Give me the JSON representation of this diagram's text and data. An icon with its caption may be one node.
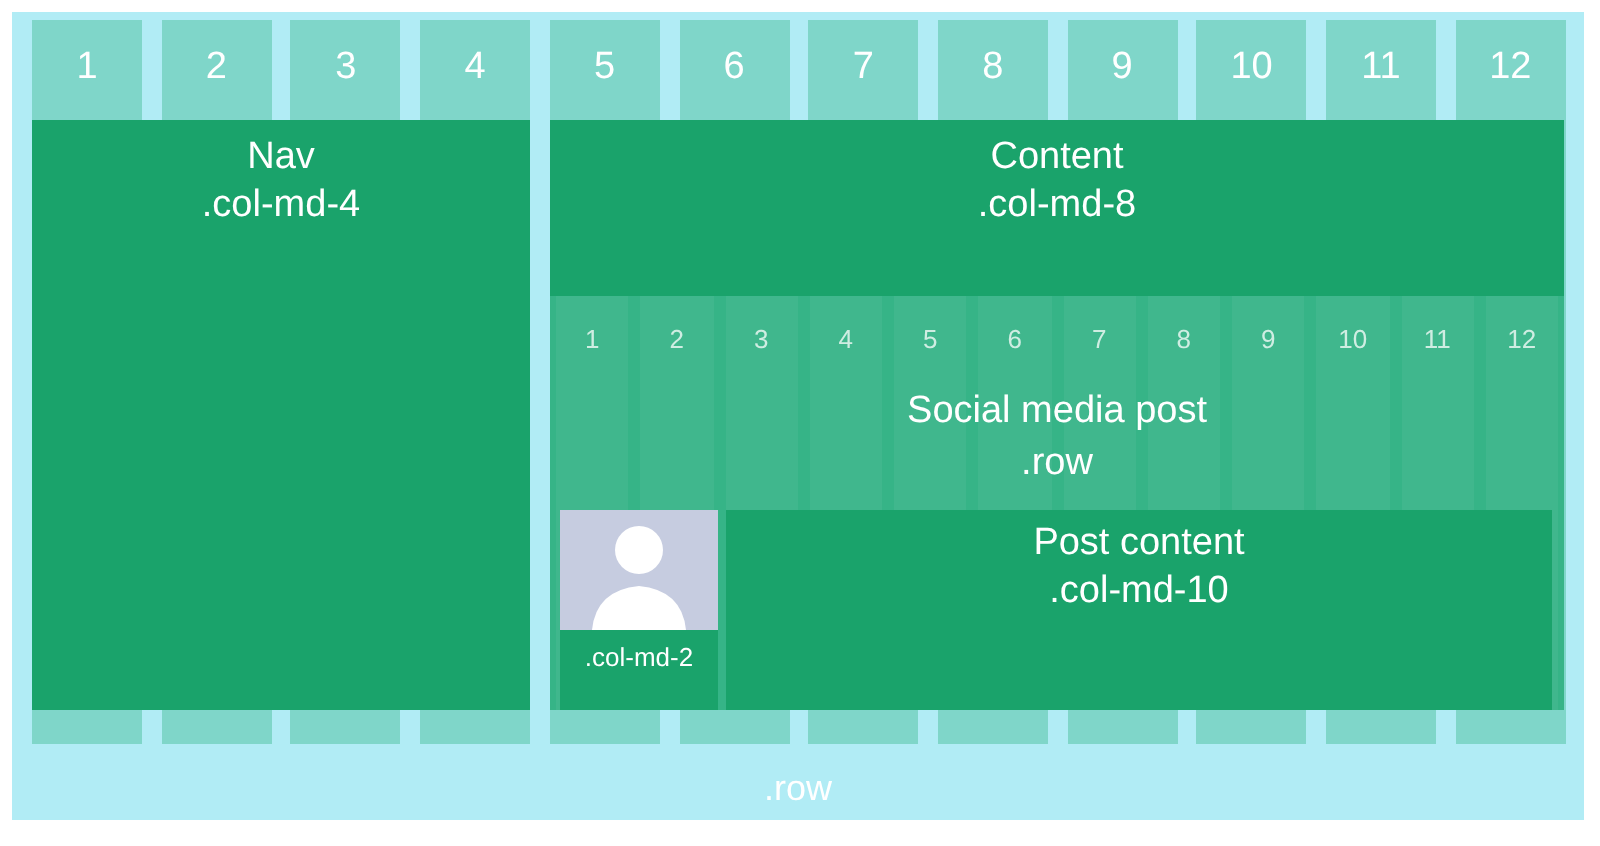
{
  "diagram": {
    "nodes": [
      {
        "text": [
          ".row"
        ]
      },
      {
        "text": [
          "Nav",
          ".col-md-4"
        ],
        "in": 0
      },
      {
        "text": [
          "Content",
          ".col-md-8"
        ],
        "in": 0
      },
      {
        "text": [
          "Social media post",
          ".row"
        ],
        "in": 2
      },
      {
        "text": [
          ".col-md-2"
        ],
        "in": 3
      },
      {
        "text": [
          "Post content",
          ".col-md-10"
        ],
        "in": 3
      }
    ],
    "labels": [
      "1",
      "2",
      "3",
      "4",
      "5",
      "6",
      "7",
      "8",
      "9",
      "10",
      "11",
      "12",
      "1",
      "2",
      "3",
      "4",
      "5",
      "6",
      "7",
      "8",
      "9",
      "10",
      "11",
      "12"
    ]
  }
}
